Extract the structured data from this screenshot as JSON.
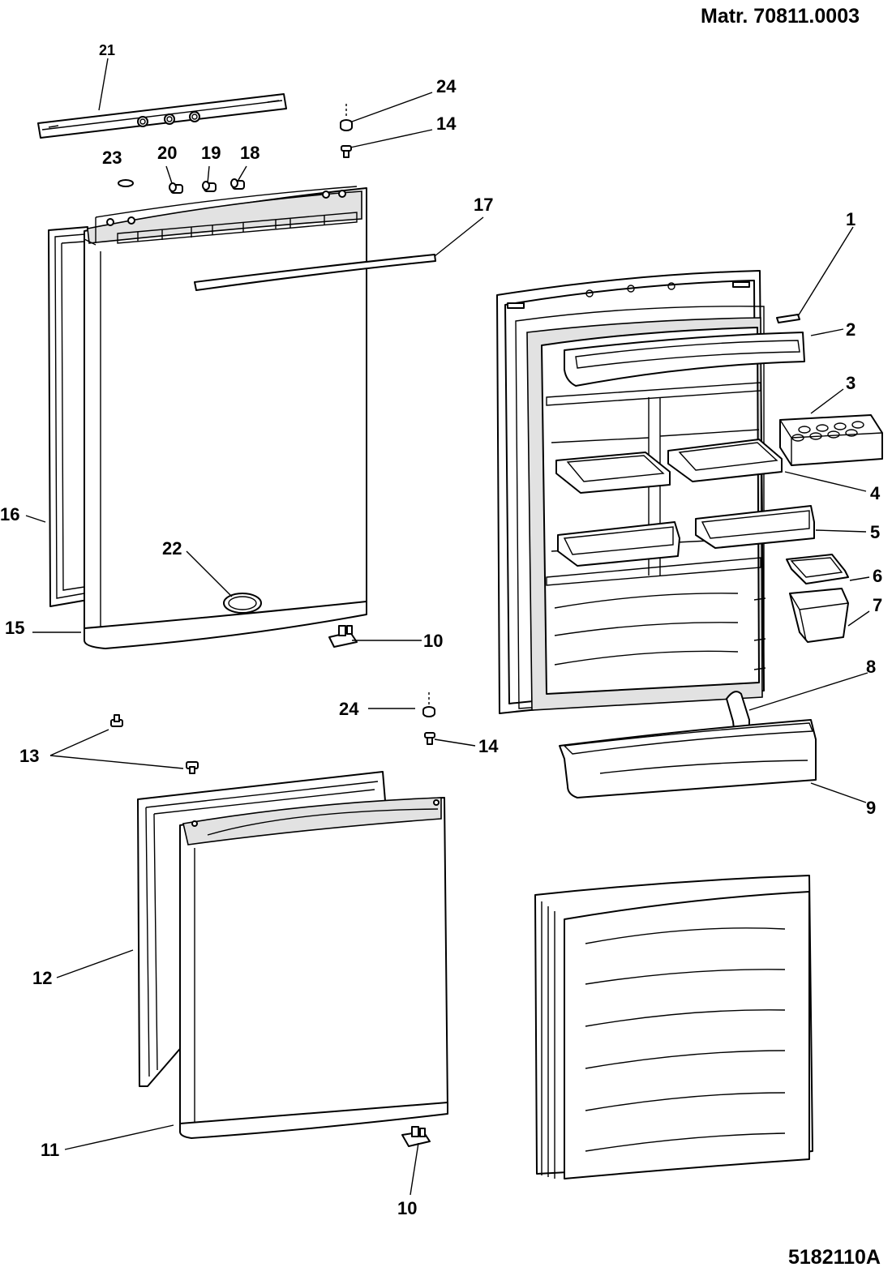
{
  "header": {
    "material_number": "Matr. 70811.0003"
  },
  "footer": {
    "drawing_code": "5182110A"
  },
  "callouts": [
    {
      "id": "c1",
      "text": "1"
    },
    {
      "id": "c2",
      "text": "2"
    },
    {
      "id": "c3",
      "text": "3"
    },
    {
      "id": "c4",
      "text": "4"
    },
    {
      "id": "c5",
      "text": "5"
    },
    {
      "id": "c6",
      "text": "6"
    },
    {
      "id": "c7",
      "text": "7"
    },
    {
      "id": "c8",
      "text": "8"
    },
    {
      "id": "c9",
      "text": "9"
    },
    {
      "id": "c10a",
      "text": "10"
    },
    {
      "id": "c10b",
      "text": "10"
    },
    {
      "id": "c11",
      "text": "11"
    },
    {
      "id": "c12",
      "text": "12"
    },
    {
      "id": "c13",
      "text": "13"
    },
    {
      "id": "c14a",
      "text": "14"
    },
    {
      "id": "c14b",
      "text": "14"
    },
    {
      "id": "c15",
      "text": "15"
    },
    {
      "id": "c16",
      "text": "16"
    },
    {
      "id": "c17",
      "text": "17"
    },
    {
      "id": "c18",
      "text": "18"
    },
    {
      "id": "c19",
      "text": "19"
    },
    {
      "id": "c20",
      "text": "20"
    },
    {
      "id": "c21",
      "text": "21"
    },
    {
      "id": "c22",
      "text": "22"
    },
    {
      "id": "c23",
      "text": "23"
    },
    {
      "id": "c24a",
      "text": "24"
    },
    {
      "id": "c24b",
      "text": "24"
    }
  ]
}
